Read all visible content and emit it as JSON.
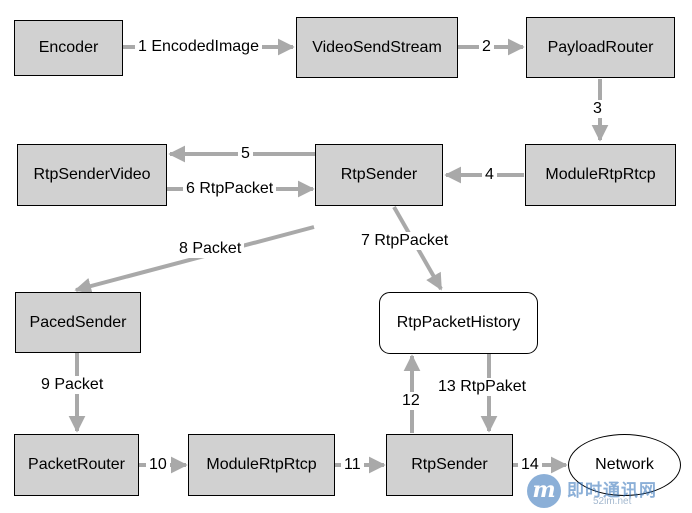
{
  "nodes": {
    "encoder": "Encoder",
    "video_send_stream": "VideoSendStream",
    "payload_router": "PayloadRouter",
    "rtp_sender_video": "RtpSenderVideo",
    "rtp_sender_top": "RtpSender",
    "module_rtp_rtcp_top": "ModuleRtpRtcp",
    "paced_sender": "PacedSender",
    "rtp_packet_history": "RtpPacketHistory",
    "packet_router": "PacketRouter",
    "module_rtp_rtcp_bottom": "ModuleRtpRtcp",
    "rtp_sender_bottom": "RtpSender",
    "network": "Network"
  },
  "edges": {
    "e1": "1 EncodedImage",
    "e2": "2",
    "e3": "3",
    "e4": "4",
    "e5": "5",
    "e6": "6 RtpPacket",
    "e7": "7 RtpPacket",
    "e8": "8 Packet",
    "e9": "9 Packet",
    "e10": "10",
    "e11": "11",
    "e12": "12",
    "e13": "13 RtpPaket",
    "e14": "14"
  },
  "watermark": {
    "logo_letter": "m",
    "text": "即时通讯网",
    "url": "52im.net"
  },
  "colors": {
    "box_fill": "#d1d1d1",
    "arrow": "#a9a9a9",
    "border": "#000000"
  }
}
